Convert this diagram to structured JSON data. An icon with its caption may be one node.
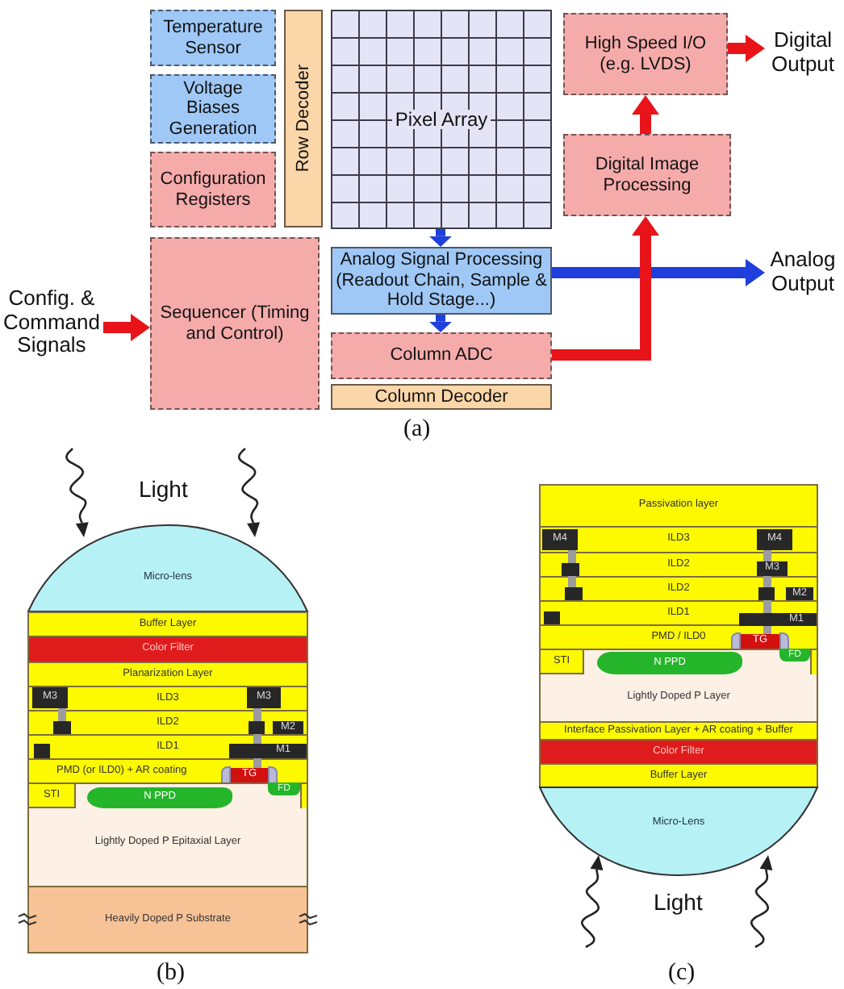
{
  "diagram": {
    "nodes": [
      {
        "text": [
          "Temperature Sensor"
        ]
      },
      {
        "text": [
          "Row Decoder"
        ]
      },
      {
        "text": [
          "Pixel Array"
        ]
      },
      {
        "text": [
          "High Speed I/O (e.g. LVDS)"
        ]
      },
      {
        "text": [
          "Digital Output"
        ]
      },
      {
        "text": [
          "Voltage Biases Generation"
        ]
      },
      {
        "text": [
          "Digital Image Processing"
        ]
      },
      {
        "text": [
          "Configuration Registers"
        ]
      },
      {
        "text": [
          "Config. & Command Signals"
        ]
      },
      {
        "text": [
          "Sequencer (Timing and Control)"
        ]
      },
      {
        "text": [
          "Analog Signal Processing (Readout Chain, Sample & Hold Stage...)"
        ]
      },
      {
        "text": [
          "Analog Output"
        ]
      },
      {
        "text": [
          "Column ADC"
        ]
      },
      {
        "text": [
          "Column Decoder"
        ]
      },
      {
        "text": [
          "Micro-lens"
        ]
      },
      {
        "text": [
          "Buffer Layer"
        ]
      },
      {
        "text": [
          "Color Filter"
        ]
      },
      {
        "text": [
          "Planarization Layer"
        ]
      },
      {
        "text": [
          "ILD3"
        ]
      },
      {
        "text": [
          "M3"
        ],
        "in": 18
      },
      {
        "text": [
          "M3"
        ],
        "in": 18
      },
      {
        "text": [
          "ILD2"
        ]
      },
      {
        "text": [
          "M2"
        ],
        "in": 21
      },
      {
        "text": [
          "ILD1"
        ]
      },
      {
        "text": [
          "M1"
        ],
        "in": 23
      },
      {
        "text": [
          "PMD (or ILD0) + AR coating"
        ]
      },
      {
        "text": [
          "TG"
        ],
        "in": 25
      },
      {
        "text": [
          "Lightly Doped P Epitaxial Layer"
        ]
      },
      {
        "text": [
          "STI"
        ],
        "in": 27
      },
      {
        "text": [
          "N PPD"
        ],
        "in": 27
      },
      {
        "text": [
          "FD"
        ],
        "in": 27
      },
      {
        "text": [
          "Heavily Doped P Substrate"
        ]
      },
      {
        "text": [
          "Passivation layer"
        ]
      },
      {
        "text": [
          "ILD3"
        ]
      },
      {
        "text": [
          "M4"
        ],
        "in": 33
      },
      {
        "text": [
          "M4"
        ],
        "in": 33
      },
      {
        "text": [
          "ILD2"
        ]
      },
      {
        "text": [
          "M3"
        ],
        "in": 36
      },
      {
        "text": [
          "ILD2"
        ]
      },
      {
        "text": [
          "M2"
        ],
        "in": 38
      },
      {
        "text": [
          "ILD1"
        ]
      },
      {
        "text": [
          "M1"
        ],
        "in": 40
      },
      {
        "text": [
          "PMD / ILD0"
        ]
      },
      {
        "text": [
          "TG"
        ],
        "in": 42
      },
      {
        "text": [
          "Lightly Doped P Layer"
        ]
      },
      {
        "text": [
          "STI"
        ],
        "in": 44
      },
      {
        "text": [
          "N PPD"
        ],
        "in": 44
      },
      {
        "text": [
          "FD"
        ],
        "in": 44
      },
      {
        "text": [
          "Interface Passivation Layer + AR coating + Buffer"
        ]
      },
      {
        "text": [
          "Color Filter"
        ]
      },
      {
        "text": [
          "Buffer Layer"
        ]
      },
      {
        "text": [
          "Micro-Lens"
        ]
      }
    ],
    "edges": [
      {
        "from": 8,
        "to": 9,
        "arrow": "to"
      },
      {
        "from": 2,
        "to": 10,
        "arrow": "to",
        "color": "#1f3fdc"
      },
      {
        "from": 10,
        "to": 11,
        "arrow": "to",
        "color": "#1f3fdc"
      },
      {
        "from": 10,
        "to": 12,
        "arrow": "to",
        "color": "#1f3fdc"
      },
      {
        "from": 12,
        "to": 6,
        "arrow": "to"
      },
      {
        "from": 6,
        "to": 3,
        "arrow": "to"
      },
      {
        "from": 3,
        "to": 4,
        "arrow": "to"
      }
    ],
    "labels": [
      "(a)",
      "Light",
      "Light",
      "(b)",
      "(c)"
    ]
  }
}
